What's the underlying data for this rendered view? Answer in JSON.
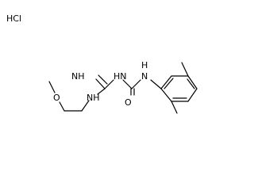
{
  "molecule": {
    "salt_label": "HCl",
    "atom_labels": {
      "imine_nh": "NH",
      "nh_left": "NH",
      "nh_right": "HN",
      "methoxy_o": "O",
      "carbonyl_o": "O",
      "amide_n": "N"
    },
    "hydrogen_label": "H"
  }
}
